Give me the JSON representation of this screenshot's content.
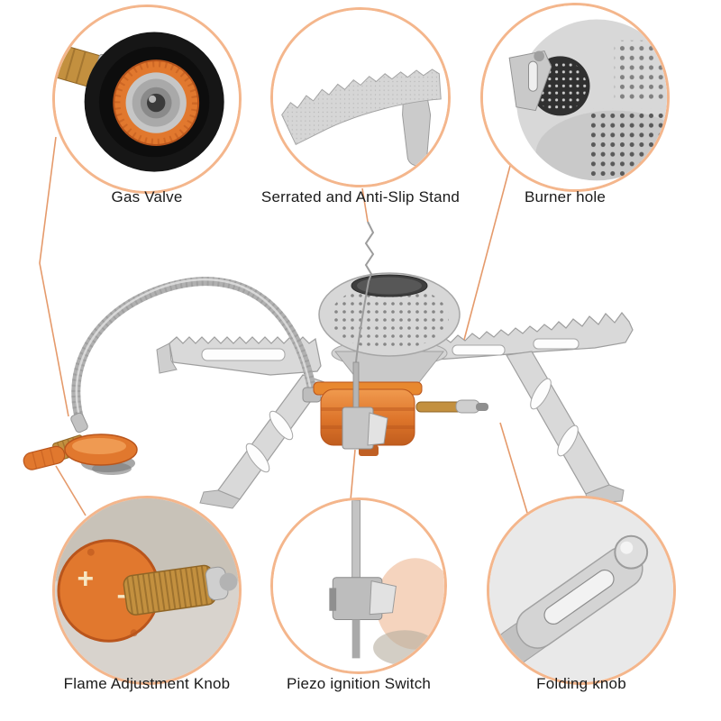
{
  "colors": {
    "ring": "#f4b68c",
    "leader": "#e59a6b",
    "label_text": "#1a1a1a",
    "orange": "#e1782e",
    "orange_dark": "#b9551c",
    "brass": "#c3903f",
    "brass_dark": "#8f6526",
    "metal_light": "#dcdcdc",
    "metal_mid": "#b9b9b9",
    "metal_dark": "#8e8e8e",
    "rubber_black": "#161616",
    "background": "#ffffff"
  },
  "callouts": {
    "top": [
      {
        "id": "gas-valve",
        "label": "Gas Valve"
      },
      {
        "id": "serrated-stand",
        "label": "Serrated and Anti-Slip Stand"
      },
      {
        "id": "burner-hole",
        "label": "Burner hole"
      }
    ],
    "bottom": [
      {
        "id": "flame-adjustment-knob",
        "label": "Flame Adjustment Knob"
      },
      {
        "id": "piezo-ignition-switch",
        "label": "Piezo ignition Switch"
      },
      {
        "id": "folding-knob",
        "label": "Folding knob"
      }
    ]
  },
  "knob_marks": {
    "plus": "+",
    "minus": "−"
  }
}
